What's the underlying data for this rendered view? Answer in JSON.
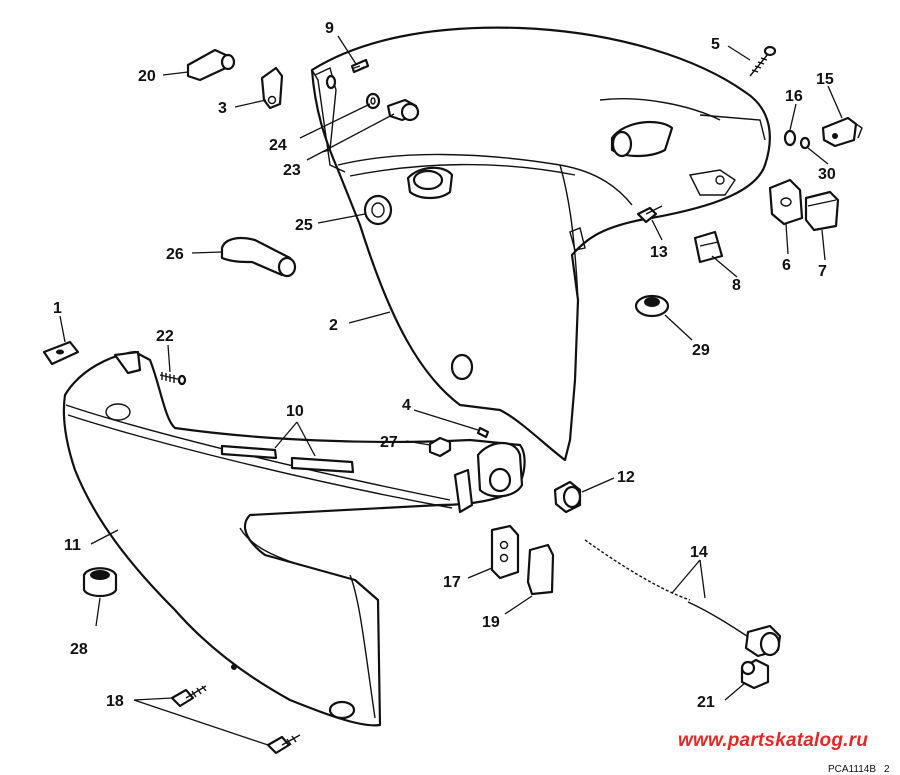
{
  "watermark": "www.partskatalog.ru",
  "footer_code": "PCA1114B",
  "footer_suffix": "2",
  "callouts": {
    "c1": "1",
    "c2": "2",
    "c3": "3",
    "c4": "4",
    "c5": "5",
    "c6": "6",
    "c7": "7",
    "c8": "8",
    "c9": "9",
    "c10": "10",
    "c11": "11",
    "c12": "12",
    "c13": "13",
    "c14": "14",
    "c15": "15",
    "c16": "16",
    "c17": "17",
    "c18": "18",
    "c19": "19",
    "c20": "20",
    "c21": "21",
    "c22": "22",
    "c23": "23",
    "c24": "24",
    "c25": "25",
    "c26": "26",
    "c27": "27",
    "c28": "28",
    "c29": "29",
    "c30": "30"
  }
}
